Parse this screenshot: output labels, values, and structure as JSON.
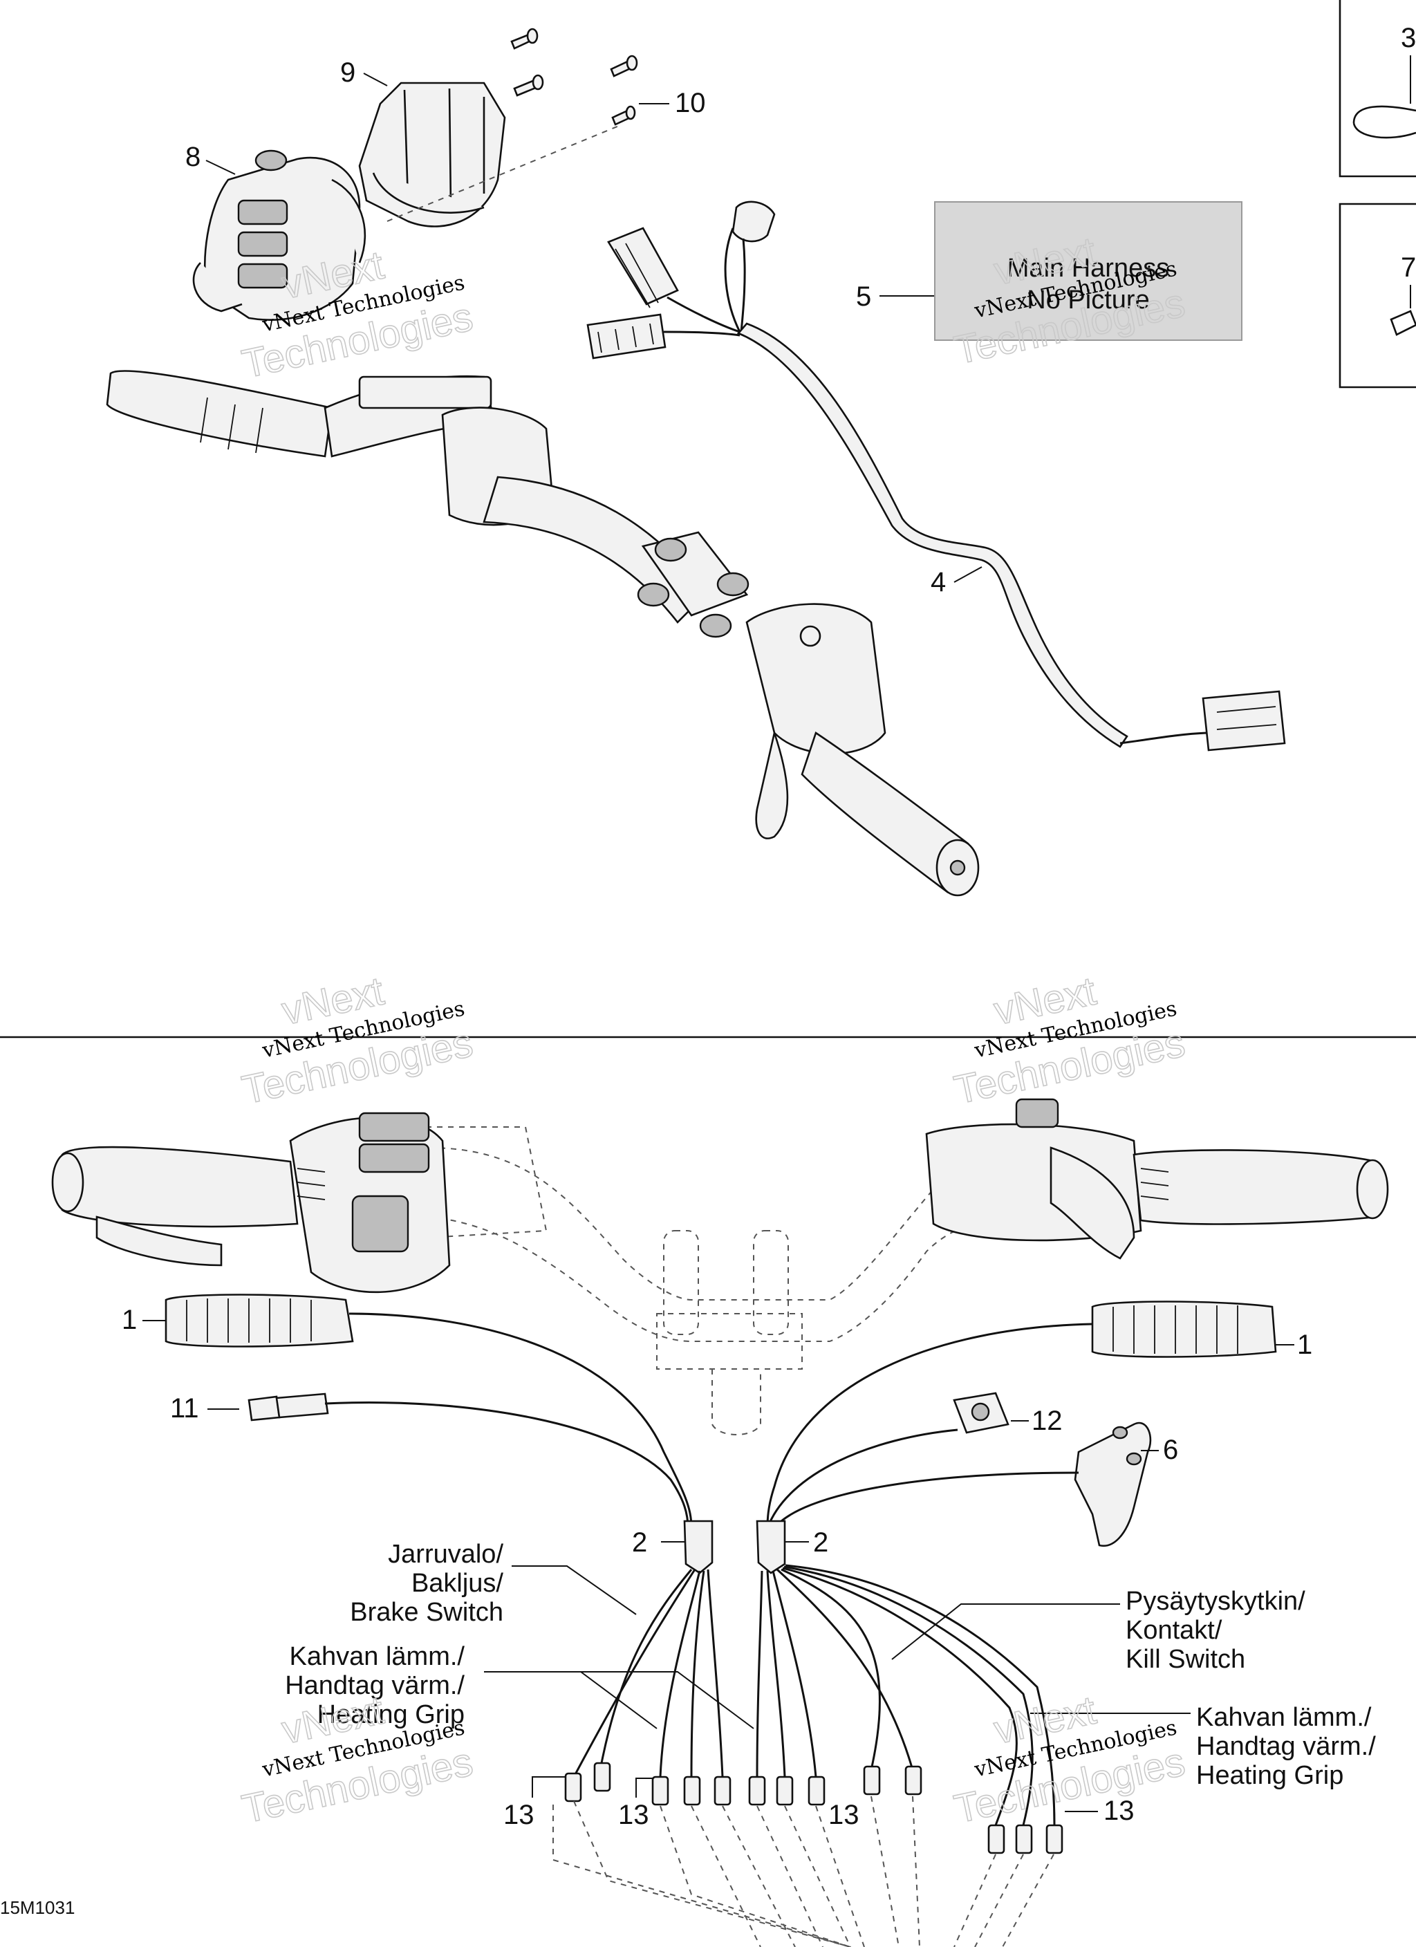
{
  "callouts": {
    "c1a": "1",
    "c1b": "1",
    "c2a": "2",
    "c2b": "2",
    "c3": "3",
    "c4": "4",
    "c5": "5",
    "c6": "6",
    "c7": "7",
    "c8": "8",
    "c9": "9",
    "c10": "10",
    "c11": "11",
    "c12": "12",
    "c13a": "13",
    "c13b": "13",
    "c13c": "13",
    "c13d": "13"
  },
  "placeholder_box": {
    "line1": "Main Harness",
    "line2": "No Picture"
  },
  "labels": {
    "brake": [
      "Jarruvalo/",
      "Bakljus/",
      "Brake Switch"
    ],
    "heating_left": [
      "Kahvan lämm./",
      "Handtag värm./",
      "Heating Grip"
    ],
    "kill": [
      "Pysäytyskytkin/",
      "Kontakt/",
      "Kill Switch"
    ],
    "heating_right": [
      "Kahvan lämm./",
      "Handtag värm./",
      "Heating Grip"
    ]
  },
  "watermark": {
    "line1": "vNext",
    "line2": "vNext Technologies",
    "line3": "Technologies"
  },
  "figure_code": "15M1031"
}
